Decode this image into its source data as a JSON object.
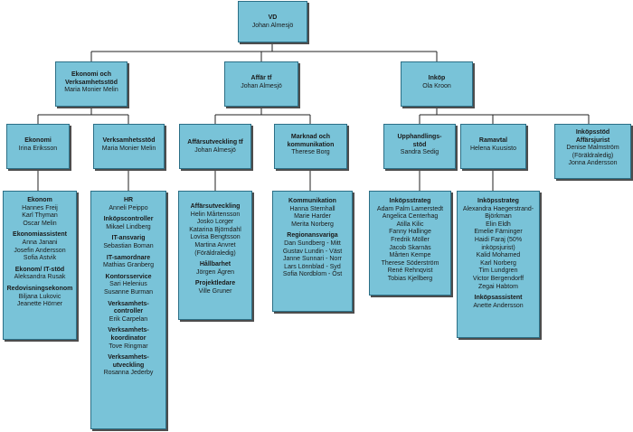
{
  "vd": {
    "title": "VD",
    "name": "Johan Almesjö"
  },
  "ekonomi_verksamhetsstod": {
    "title_1": "Ekonomi och",
    "title_2": "Verksamhetsstöd",
    "name": "Maria Monier Melin"
  },
  "affar": {
    "title": "Affär tf",
    "name": "Johan Almesjö"
  },
  "inkop": {
    "title": "Inköp",
    "name": "Ola Kroon"
  },
  "ekonomi": {
    "title": "Ekonomi",
    "name": "Irina Eriksson"
  },
  "verksamhetsstod": {
    "title": "Verksamhetsstöd",
    "name": "Maria Monier Melin"
  },
  "affarsutveckling": {
    "title": "Affärsutveckling tf",
    "name": "Johan Almesjö"
  },
  "marknad": {
    "title_1": "Marknad och",
    "title_2": "kommunikation",
    "name": "Therese Borg"
  },
  "upphandlingsstod": {
    "title_1": "Upphandlings-",
    "title_2": "stöd",
    "name": "Sandra Sedig"
  },
  "ramavtal": {
    "title": "Ramavtal",
    "name": "Helena Kuusisto"
  },
  "inkopsstod_affarsjurist": {
    "title_1": "Inköpsstöd",
    "title_2": "Affärsjurist",
    "name_1": "Denise Malmström",
    "name_2": "(Föräldraledig)",
    "name_3": "Jonna Andersson"
  },
  "ekonomi_detail": {
    "g1_title": "Ekonom",
    "g1_n1": "Hannes Freij",
    "g1_n2": "Karl Thyman",
    "g1_n3": "Oscar Melin",
    "g2_title": "Ekonomiassistent",
    "g2_n1": "Anna Janani",
    "g2_n2": "Josefin Andersson",
    "g2_n3": "Sofia Astvik",
    "g3_title": "Ekonom/ IT-stöd",
    "g3_n1": "Aleksandra Rusak",
    "g4_title": "Redovisningsekonom",
    "g4_n1": "Biljana Lukovic",
    "g4_n2": "Jeanette Hörner"
  },
  "verksamhetsstod_detail": {
    "g1_title": "HR",
    "g1_n1": "Anneli Peippo",
    "g2_title": "Inköpscontroller",
    "g2_n1": "Mikael Lindberg",
    "g3_title": "IT-ansvarig",
    "g3_n1": "Sebastian Boman",
    "g4_title": "IT-samordnare",
    "g4_n1": "Mathias Granberg",
    "g5_title": "Kontorsservice",
    "g5_n1": "Sari Helenius",
    "g5_n2": "Susanne Burman",
    "g6_title_1": "Verksamhets-",
    "g6_title_2": "controller",
    "g6_n1": "Erik Carpelan",
    "g7_title_1": "Verksamhets-",
    "g7_title_2": "koordinator",
    "g7_n1": "Tove Ringmar",
    "g8_title_1": "Verksamhets-",
    "g8_title_2": "utveckling",
    "g8_n1": "Rosanna Jederby"
  },
  "affarsutveckling_detail": {
    "g1_title": "Affärsutveckling",
    "g1_n1": "Helin Mårtensson",
    "g1_n2": "Josko Lorger",
    "g1_n3": "Katarina Björndahl",
    "g1_n4": "Lovisa Bengtsson",
    "g1_n5": "Martina Anvret",
    "g1_n6": "(Föräldraledig)",
    "g2_title": "Hållbarhet",
    "g2_n1": "Jörgen Ägren",
    "g3_title": "Projektledare",
    "g3_n1": "Ville Gruner"
  },
  "marknad_detail": {
    "g1_title": "Kommunikation",
    "g1_n1": "Hanna Sternhall",
    "g1_n2": "Marie Harder",
    "g1_n3": "Merita Norberg",
    "g2_title": "Regionansvariga",
    "g2_n1": "Dan Sundberg - Mitt",
    "g2_n2": "Gustav Lundin - Väst",
    "g2_n3": "Janne Sunnari - Norr",
    "g2_n4": "Lars Lönnblad - Syd",
    "g2_n5": "Sofia Nordblom - Öst"
  },
  "upphandlingsstod_detail": {
    "g1_title": "Inköpsstrateg",
    "g1_n1": "Adam Palm Lamerstedt",
    "g1_n2": "Angelica Centerhag",
    "g1_n3": "Atilla Kilic",
    "g1_n4": "Fanny Hallinge",
    "g1_n5": "Fredrik Möller",
    "g1_n6": "Jacob Skarnäs",
    "g1_n7": "Mårten Kempe",
    "g1_n8": "Therese Söderström",
    "g1_n9": "René Rehnqvist",
    "g1_n10": "Tobias Kjellberg"
  },
  "ramavtal_detail": {
    "g1_title": "Inköpsstrateg",
    "g1_n1": "Alexandra Haegerstrand-",
    "g1_n2": "Björkman",
    "g1_n3": "Elin Eldh",
    "g1_n4": "Emelie Färninger",
    "g1_n5": "Haidi Faraj (50%",
    "g1_n6": "inköpsjurist)",
    "g1_n7": "Kalid Mohamed",
    "g1_n8": "Karl Norberg",
    "g1_n9": "Tim Lundgren",
    "g1_n10": "Victor Bergendorff",
    "g1_n11": "Zegai Habtom",
    "g2_title": "Inköpsassistent",
    "g2_n1": "Anette Andersson"
  }
}
